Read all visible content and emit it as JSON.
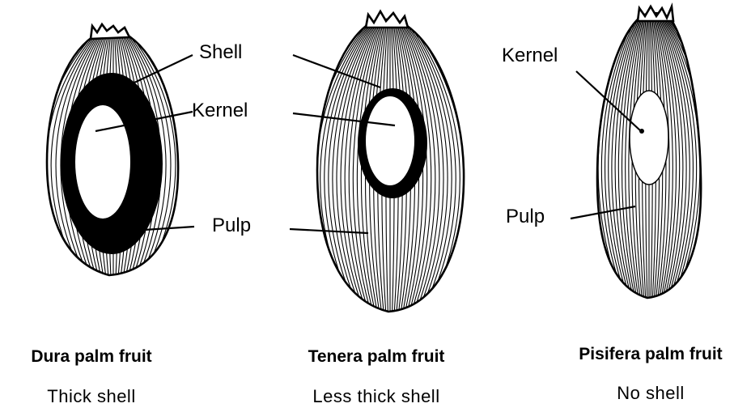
{
  "fruits": [
    {
      "title": "Dura palm fruit",
      "subtitle": "Thick shell",
      "labels": {
        "shell": "Shell",
        "kernel": "Kernel",
        "pulp": "Pulp"
      }
    },
    {
      "title": "Tenera palm fruit",
      "subtitle": "Less thick shell"
    },
    {
      "title": "Pisifera palm fruit",
      "subtitle": "No shell",
      "labels": {
        "kernel": "Kernel",
        "pulp": "Pulp"
      }
    }
  ],
  "colors": {
    "ink": "#000000",
    "paper": "#ffffff"
  }
}
